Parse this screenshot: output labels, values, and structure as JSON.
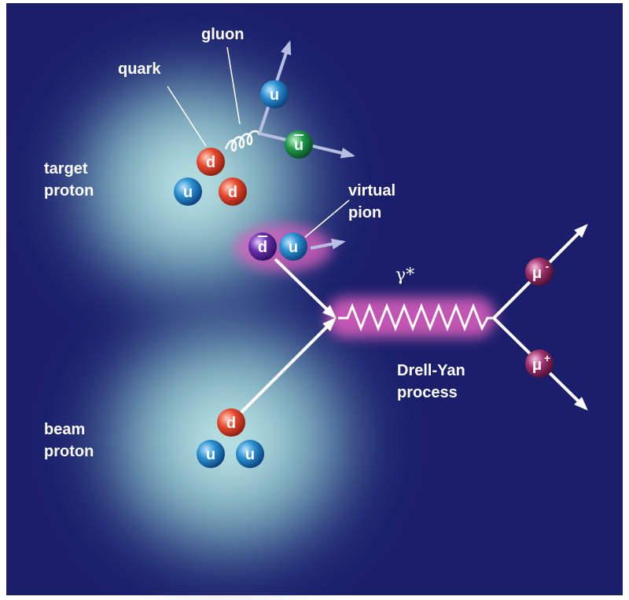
{
  "labels": {
    "quark": "quark",
    "gluon": "gluon",
    "target_line1": "target",
    "target_line2": "proton",
    "virtual_line1": "virtual",
    "virtual_line2": "pion",
    "photon": "γ*",
    "process_line1": "Drell-Yan",
    "process_line2": "process",
    "beam_line1": "beam",
    "beam_line2": "proton"
  },
  "particles": {
    "target_d_top": "d",
    "target_u": "u",
    "target_d": "d",
    "gluon_u": "u",
    "gluon_ubar": "u",
    "pion_dbar": "d",
    "pion_u": "u",
    "muon_minus": "μ",
    "muon_minus_charge": "-",
    "muon_plus": "μ",
    "muon_plus_charge": "+",
    "beam_d": "d",
    "beam_u1": "u",
    "beam_u2": "u"
  },
  "colors": {
    "background": "#1b1f6b",
    "up_quark": "#2a8fd0",
    "down_quark": "#e8492f",
    "anti_up": "#1f9a4a",
    "anti_down": "#6a2fb0",
    "muon": "#a0306a",
    "photon_glow": "#e060c0",
    "proton_glow": "#c8f4f0"
  }
}
